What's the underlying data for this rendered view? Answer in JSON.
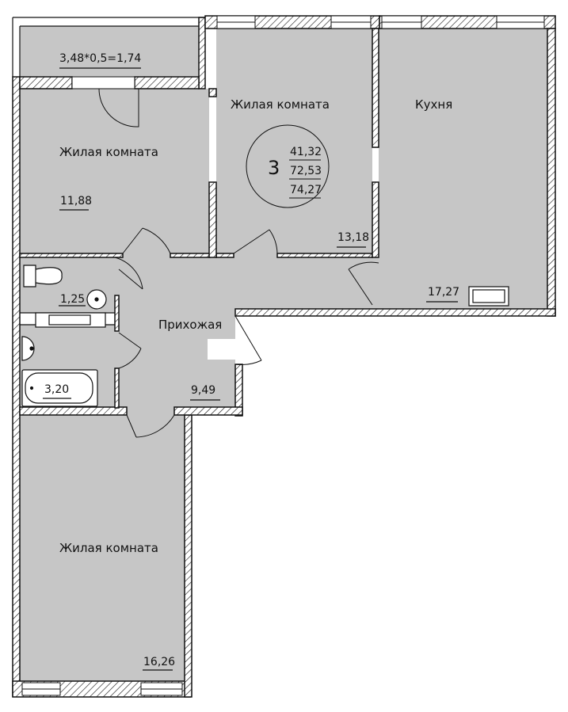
{
  "rooms": {
    "balcony": {
      "formula": "3,48*0,5=1,74"
    },
    "living_left": {
      "name": "Жилая комната",
      "area": "11,88"
    },
    "living_center": {
      "name": "Жилая комната",
      "area": "13,18"
    },
    "kitchen": {
      "name": "Кухня",
      "area": "17,27"
    },
    "hall": {
      "name": "Прихожая",
      "area": "9,49"
    },
    "wc": {
      "area": "1,25"
    },
    "bathroom": {
      "area": "3,20"
    },
    "living_bottom": {
      "name": "Жилая комната",
      "area": "16,26"
    }
  },
  "summary": {
    "rooms_count": "3",
    "living_area": "41,32",
    "total_area": "72,53",
    "total_area_with_balcony": "74,27"
  },
  "colors": {
    "floor": "#c6c6c6",
    "wall": "#ffffff",
    "line": "#111111"
  }
}
